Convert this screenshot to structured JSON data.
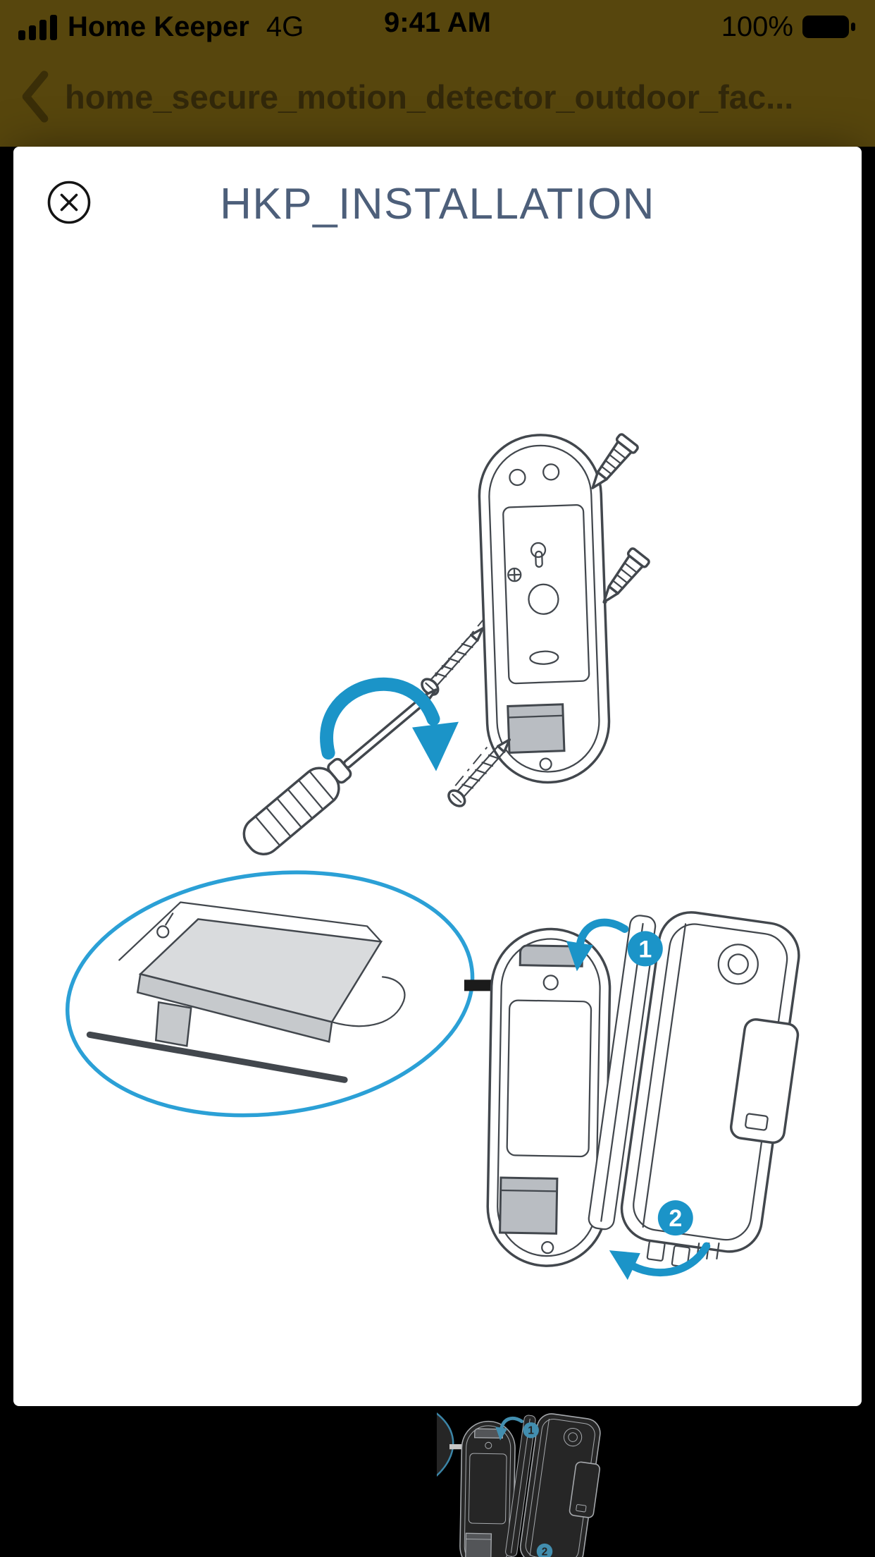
{
  "status_bar": {
    "carrier": "Home Keeper",
    "network": "4G",
    "time": "9:41 AM",
    "battery_percent": "100%"
  },
  "nav_bar": {
    "title": "home_secure_motion_detector_outdoor_fac..."
  },
  "document": {
    "title": "HKP_INSTALLATION"
  },
  "figure": {
    "step1": "1",
    "step2": "2"
  },
  "icons": {
    "signal": "signal-bars",
    "battery": "battery-full",
    "back": "chevron-left",
    "close": "circle-x"
  },
  "colors": {
    "chrome_bg": "#57460d",
    "status_text": "#000000",
    "nav_title": "#32280a",
    "doc_title": "#4d5f7a",
    "accent_blue": "#1b94c8",
    "callout_blue": "#2ba0d6",
    "line": "#42474d",
    "fill_gray": "#b9bdc2",
    "fill_light": "#d9dbdd",
    "card_bg": "#ffffff",
    "backdrop": "#000000"
  }
}
